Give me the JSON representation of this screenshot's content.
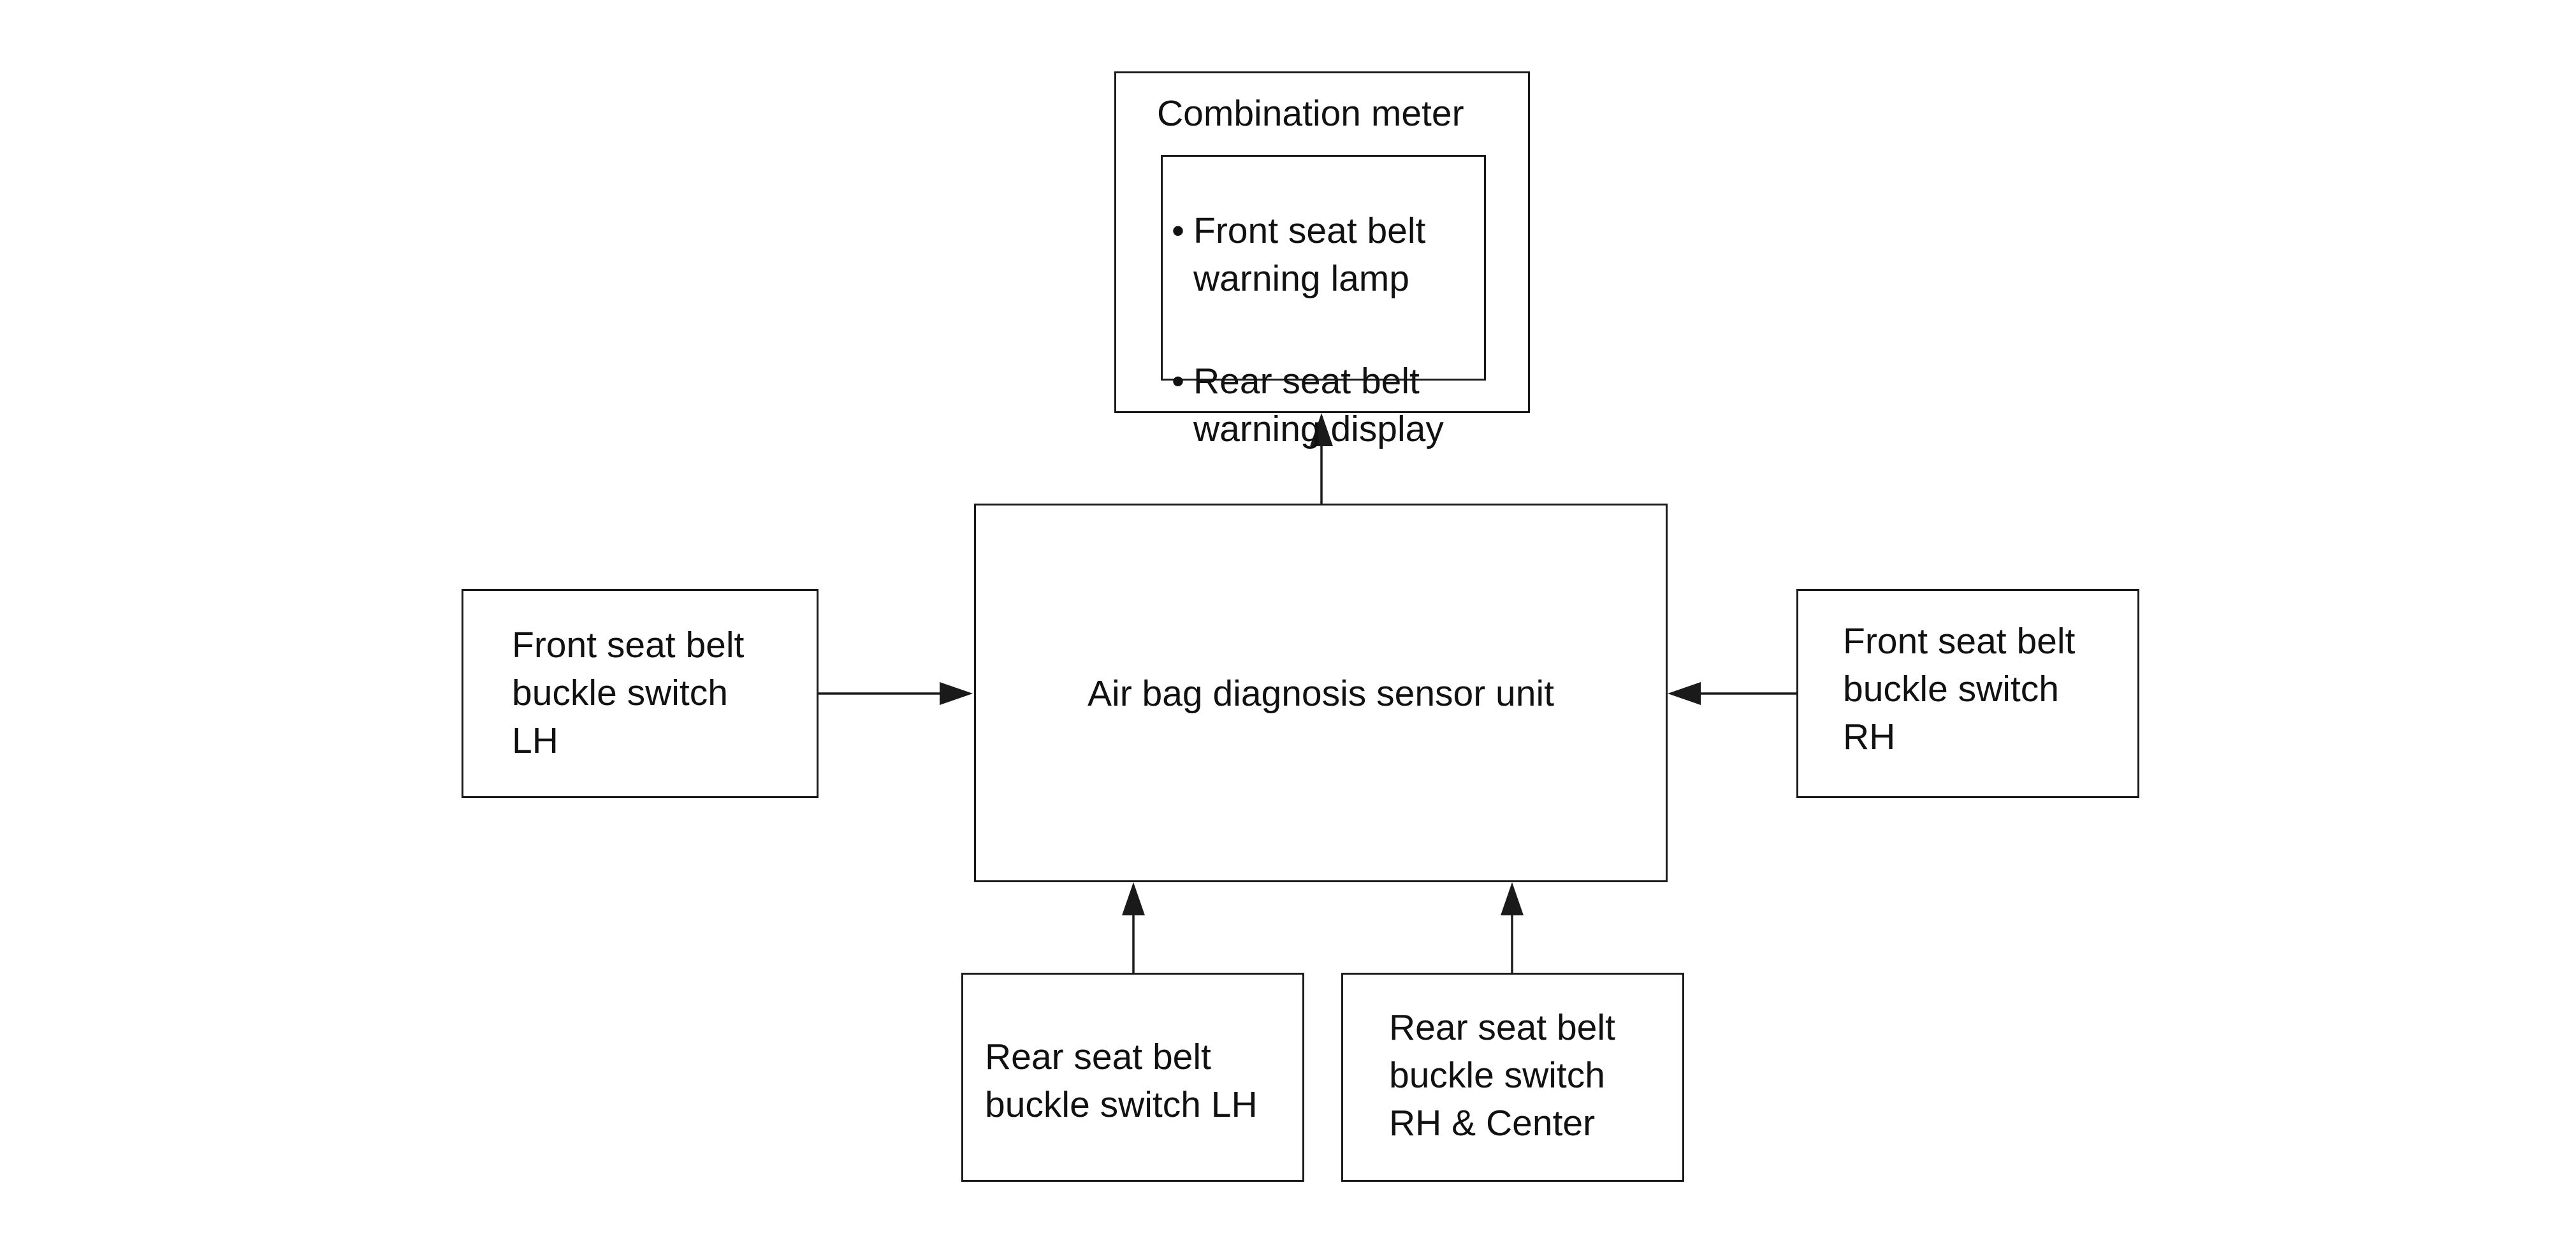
{
  "diagram": {
    "colors": {
      "line": "#1a1a1a",
      "background": "#ffffff",
      "text": "#111111"
    },
    "nodes": {
      "combination_meter": {
        "title": "Combination meter",
        "items": [
          {
            "bullet": "•",
            "text": "Front seat belt\nwarning lamp"
          },
          {
            "bullet": "•",
            "text": "Rear seat belt\nwarning display"
          }
        ]
      },
      "airbag_unit": {
        "label": "Air bag diagnosis sensor unit"
      },
      "front_lh": {
        "label": "Front seat belt\nbuckle switch\nLH"
      },
      "front_rh": {
        "label": "Front seat belt\nbuckle switch\nRH"
      },
      "rear_lh": {
        "label": "Rear seat belt\nbuckle switch LH"
      },
      "rear_rh_center": {
        "label": "Rear seat belt\nbuckle switch\nRH & Center"
      }
    },
    "edges": [
      {
        "from": "airbag_unit",
        "to": "combination_meter"
      },
      {
        "from": "front_lh",
        "to": "airbag_unit"
      },
      {
        "from": "front_rh",
        "to": "airbag_unit"
      },
      {
        "from": "rear_lh",
        "to": "airbag_unit"
      },
      {
        "from": "rear_rh_center",
        "to": "airbag_unit"
      }
    ]
  }
}
